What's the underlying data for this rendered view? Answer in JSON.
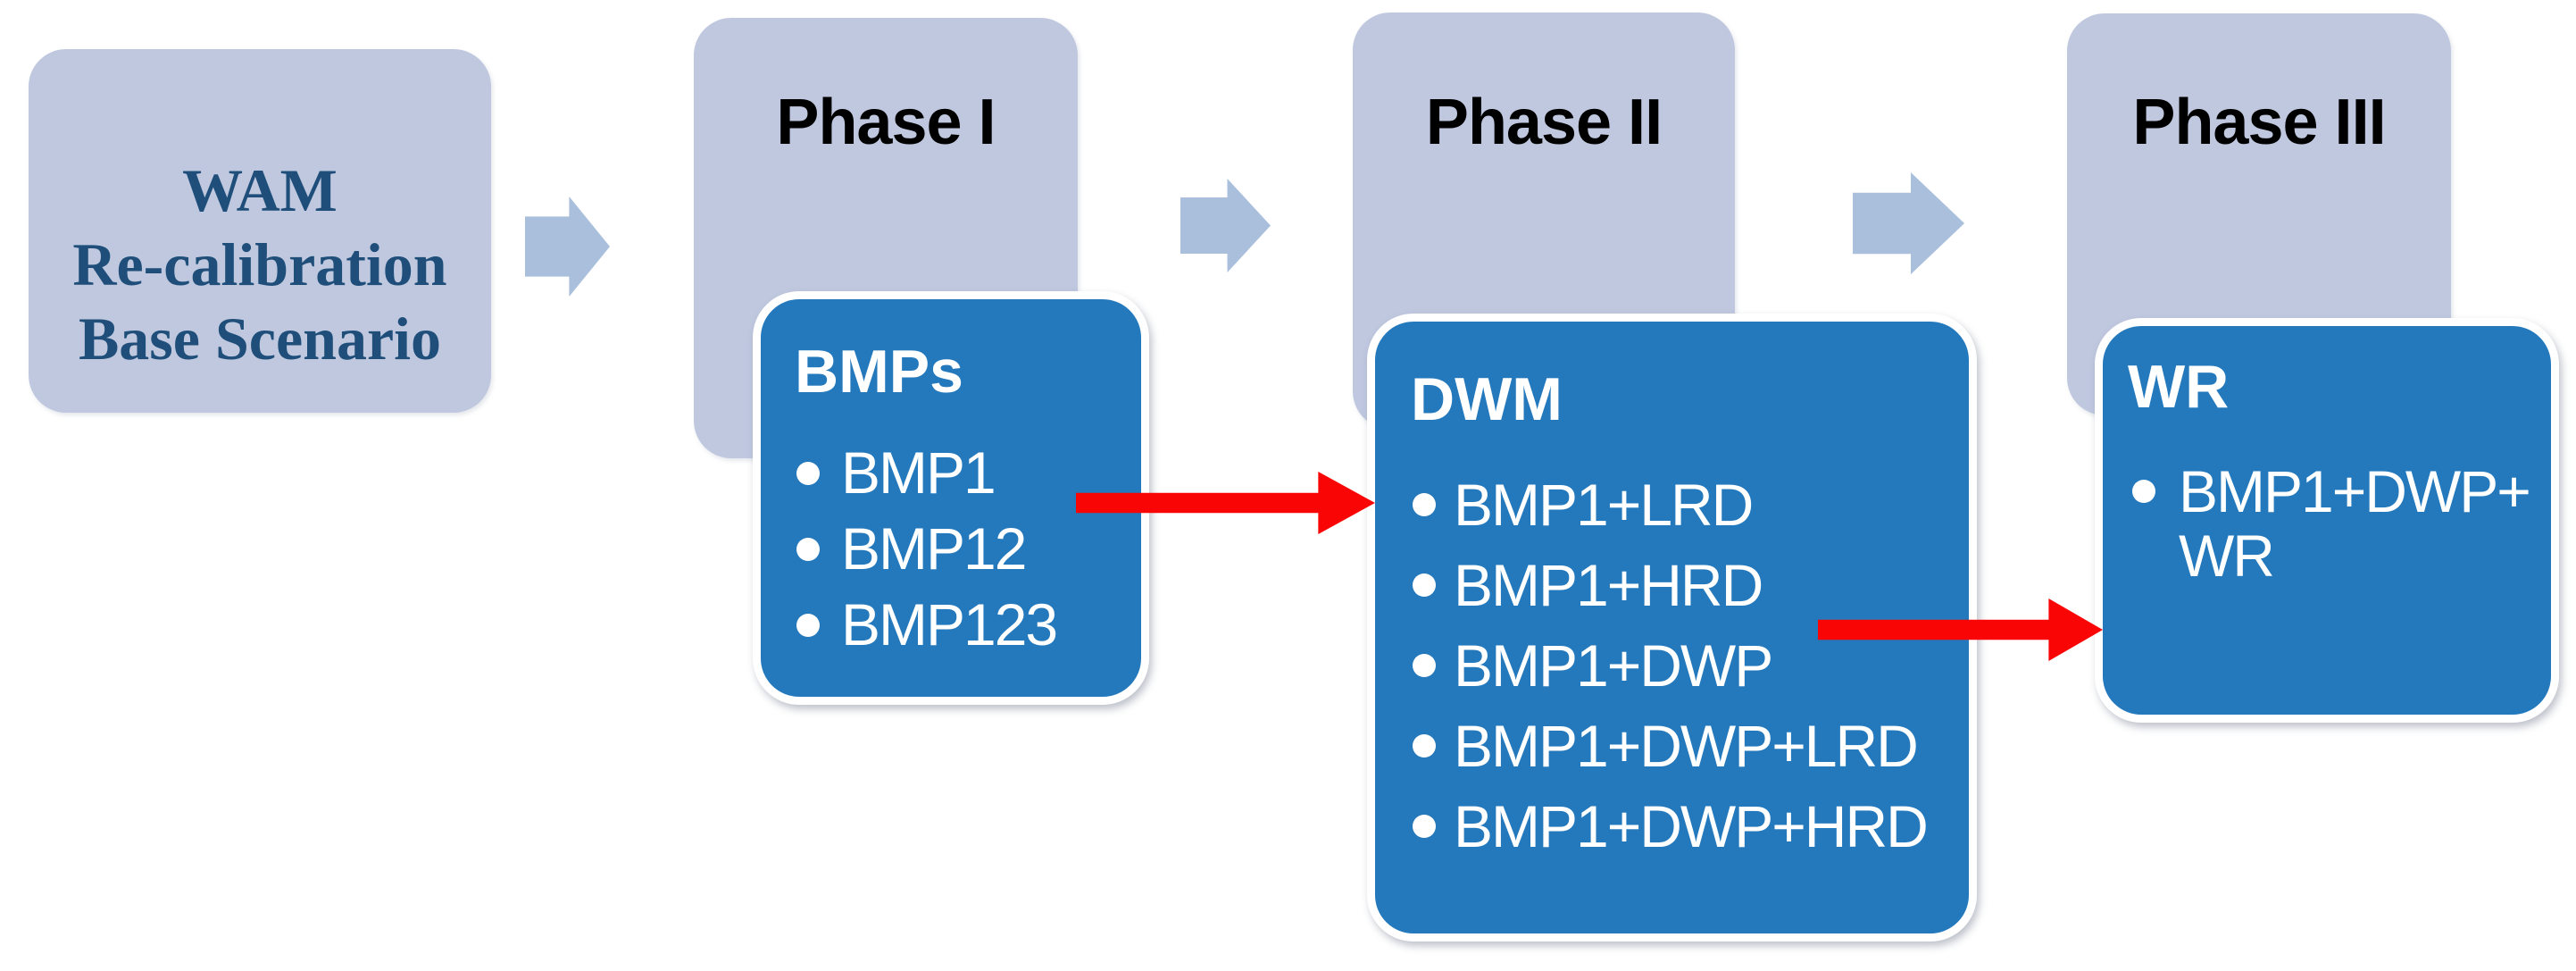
{
  "diagram": {
    "type": "process-flow",
    "start": [
      "WAM",
      "Re-calibration",
      "Base Scenario"
    ],
    "phases": [
      {
        "label": "Phase I",
        "title": "BMPs",
        "items": [
          "BMP1",
          "BMP12",
          "BMP123"
        ]
      },
      {
        "label": "Phase II",
        "title": "DWM",
        "items": [
          "BMP1+LRD",
          "BMP1+HRD",
          "BMP1+DWP",
          "BMP1+DWP+LRD",
          "BMP1+DWP+HRD"
        ]
      },
      {
        "label": "Phase III",
        "title": "WR",
        "items": [
          "BMP1+DWP+​WR"
        ]
      }
    ],
    "icons": {
      "flow_arrow": "right-block-arrow",
      "red_arrow": "red-right-arrow"
    },
    "colors": {
      "light_box": "#BFC8DF",
      "dark_card": "#2479BD",
      "flow_arrow": "#A9BFDC",
      "red_arrow": "#F90505",
      "start_text": "#1E4E79",
      "phase_label_text": "#000000",
      "card_text": "#FFFFFF"
    }
  }
}
